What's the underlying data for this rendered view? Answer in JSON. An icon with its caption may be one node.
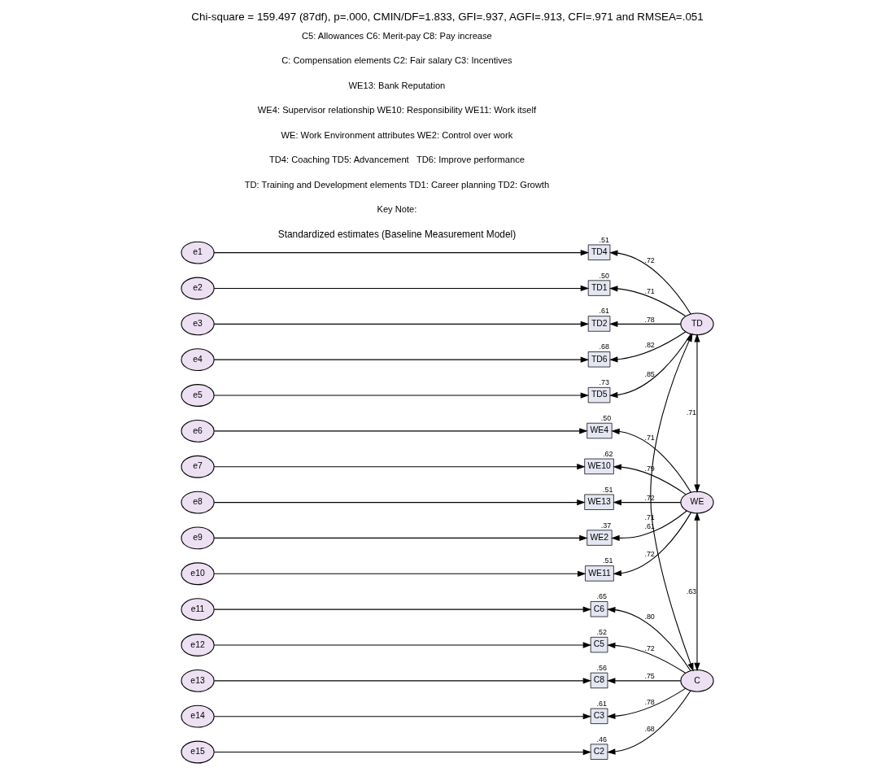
{
  "diagram": {
    "title": "Chi-square = 159.497 (87df), p=.000, CMIN/DF=1.833, GFI=.937, AGFI=.913, CFI=.971 and RMSEA=.051",
    "caption": "Standardized estimates (Baseline Measurement Model)",
    "nodes": [
      {
        "text": [
          "e1"
        ]
      },
      {
        "text": [
          "e2"
        ]
      },
      {
        "text": [
          "e3"
        ]
      },
      {
        "text": [
          "e4"
        ]
      },
      {
        "text": [
          "e5"
        ]
      },
      {
        "text": [
          "TD4"
        ],
        "beside": [
          ".51"
        ]
      },
      {
        "text": [
          "TD1"
        ],
        "beside": [
          ".50"
        ]
      },
      {
        "text": [
          "TD2"
        ],
        "beside": [
          ".61"
        ]
      },
      {
        "text": [
          "TD6"
        ],
        "beside": [
          ".68"
        ]
      },
      {
        "text": [
          "TD5"
        ],
        "beside": [
          ".73"
        ]
      },
      {
        "text": [
          "TD"
        ]
      },
      {
        "text": [
          "e6"
        ]
      },
      {
        "text": [
          "e7"
        ]
      },
      {
        "text": [
          "e8"
        ]
      },
      {
        "text": [
          "e9"
        ]
      },
      {
        "text": [
          "e10"
        ]
      },
      {
        "text": [
          "WE4"
        ],
        "beside": [
          ".50"
        ]
      },
      {
        "text": [
          "WE10"
        ],
        "beside": [
          ".62"
        ]
      },
      {
        "text": [
          "WE13"
        ],
        "beside": [
          ".51"
        ]
      },
      {
        "text": [
          "WE2"
        ],
        "beside": [
          ".37"
        ]
      },
      {
        "text": [
          "WE11"
        ],
        "beside": [
          ".51"
        ]
      },
      {
        "text": [
          "WE"
        ]
      },
      {
        "text": [
          "e11"
        ]
      },
      {
        "text": [
          "e12"
        ]
      },
      {
        "text": [
          "e13"
        ]
      },
      {
        "text": [
          "e14"
        ]
      },
      {
        "text": [
          "e15"
        ]
      },
      {
        "text": [
          "C6"
        ],
        "beside": [
          ".65"
        ]
      },
      {
        "text": [
          "C5"
        ],
        "beside": [
          ".52"
        ]
      },
      {
        "text": [
          "C8"
        ],
        "beside": [
          ".56"
        ]
      },
      {
        "text": [
          "C3"
        ],
        "beside": [
          ".61"
        ]
      },
      {
        "text": [
          "C2"
        ],
        "beside": [
          ".46"
        ]
      },
      {
        "text": [
          "C"
        ]
      }
    ],
    "edges": [
      {
        "from": 0,
        "to": 5,
        "arrow": "to"
      },
      {
        "from": 1,
        "to": 6,
        "arrow": "to"
      },
      {
        "from": 2,
        "to": 7,
        "arrow": "to"
      },
      {
        "from": 3,
        "to": 8,
        "arrow": "to"
      },
      {
        "from": 4,
        "to": 9,
        "arrow": "to"
      },
      {
        "from": 10,
        "to": 5,
        "arrow": "to",
        "label": ".72"
      },
      {
        "from": 10,
        "to": 6,
        "arrow": "to",
        "label": ".71"
      },
      {
        "from": 10,
        "to": 7,
        "arrow": "to",
        "label": ".78"
      },
      {
        "from": 10,
        "to": 8,
        "arrow": "to",
        "label": ".82"
      },
      {
        "from": 10,
        "to": 9,
        "arrow": "to",
        "label": ".85"
      },
      {
        "from": 11,
        "to": 16,
        "arrow": "to"
      },
      {
        "from": 12,
        "to": 17,
        "arrow": "to"
      },
      {
        "from": 13,
        "to": 18,
        "arrow": "to"
      },
      {
        "from": 14,
        "to": 19,
        "arrow": "to"
      },
      {
        "from": 15,
        "to": 20,
        "arrow": "to"
      },
      {
        "from": 21,
        "to": 16,
        "arrow": "to",
        "label": ".71"
      },
      {
        "from": 21,
        "to": 17,
        "arrow": "to",
        "label": ".79"
      },
      {
        "from": 21,
        "to": 18,
        "arrow": "to",
        "label": ".72"
      },
      {
        "from": 21,
        "to": 19,
        "arrow": "to",
        "label": ".61"
      },
      {
        "from": 21,
        "to": 20,
        "arrow": "to",
        "label": ".72"
      },
      {
        "from": 22,
        "to": 27,
        "arrow": "to"
      },
      {
        "from": 23,
        "to": 28,
        "arrow": "to"
      },
      {
        "from": 24,
        "to": 29,
        "arrow": "to"
      },
      {
        "from": 25,
        "to": 30,
        "arrow": "to"
      },
      {
        "from": 26,
        "to": 31,
        "arrow": "to"
      },
      {
        "from": 32,
        "to": 27,
        "arrow": "to",
        "label": ".80"
      },
      {
        "from": 32,
        "to": 28,
        "arrow": "to",
        "label": ".72"
      },
      {
        "from": 32,
        "to": 29,
        "arrow": "to",
        "label": ".75"
      },
      {
        "from": 32,
        "to": 30,
        "arrow": "to",
        "label": ".78"
      },
      {
        "from": 32,
        "to": 31,
        "arrow": "to",
        "label": ".68"
      },
      {
        "from": 21,
        "to": 10,
        "arrow": "both",
        "label": ".71"
      },
      {
        "from": 21,
        "to": 32,
        "arrow": "both",
        "label": ".63"
      },
      {
        "from": 32,
        "to": 10,
        "arrow": "both",
        "label": ".71"
      }
    ],
    "labels": [
      "Key Note:",
      "TD: Training and Development elements TD1: Career planning TD2: Growth",
      "TD4: Coaching TD5: Advancement   TD6: Improve performance",
      "WE: Work Environment attributes WE2: Control over work",
      "WE4: Supervisor relationship WE10: Responsibility WE11: Work itself",
      "WE13: Bank Reputation",
      "C: Compensation elements C2: Fair salary C3: Incentives",
      "C5: Allowances C6: Merit-pay C8: Pay increase"
    ]
  }
}
